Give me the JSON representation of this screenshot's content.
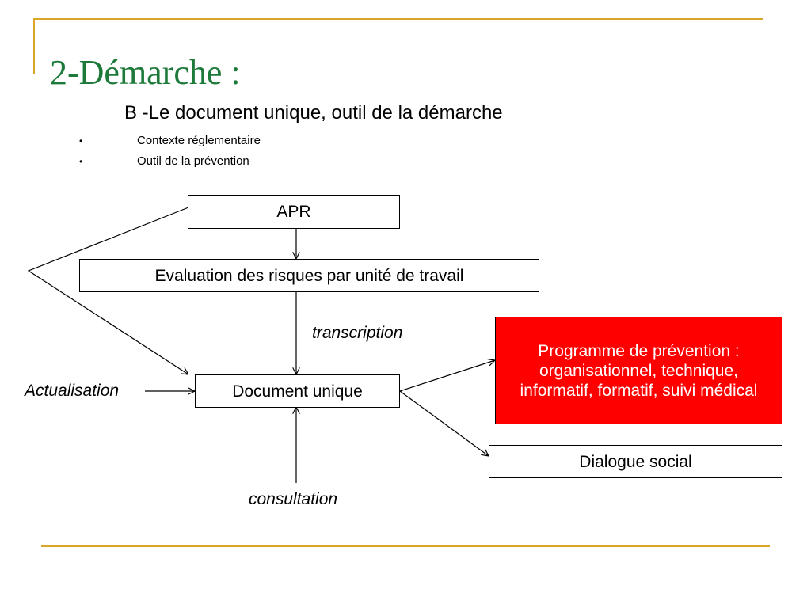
{
  "slide": {
    "title": "2-Démarche :",
    "subtitle": "B -Le document unique, outil de la démarche",
    "bullets": [
      {
        "marker": "•",
        "text": "Contexte réglementaire"
      },
      {
        "marker": "•",
        "text": "Outil de la prévention"
      }
    ]
  },
  "diagram": {
    "apr": "APR",
    "evaluation": "Evaluation des risques par unité de travail",
    "document": "Document unique",
    "programme": "Programme de prévention : organisationnel, technique, informatif, formatif, suivi médical",
    "dialogue": "Dialogue social",
    "labels": {
      "transcription": "transcription",
      "actualisation": "Actualisation",
      "consultation": "consultation"
    }
  },
  "colors": {
    "title": "#1e7a3a",
    "accent_line": "#d9a62a",
    "programme_fill": "#ff0000"
  }
}
